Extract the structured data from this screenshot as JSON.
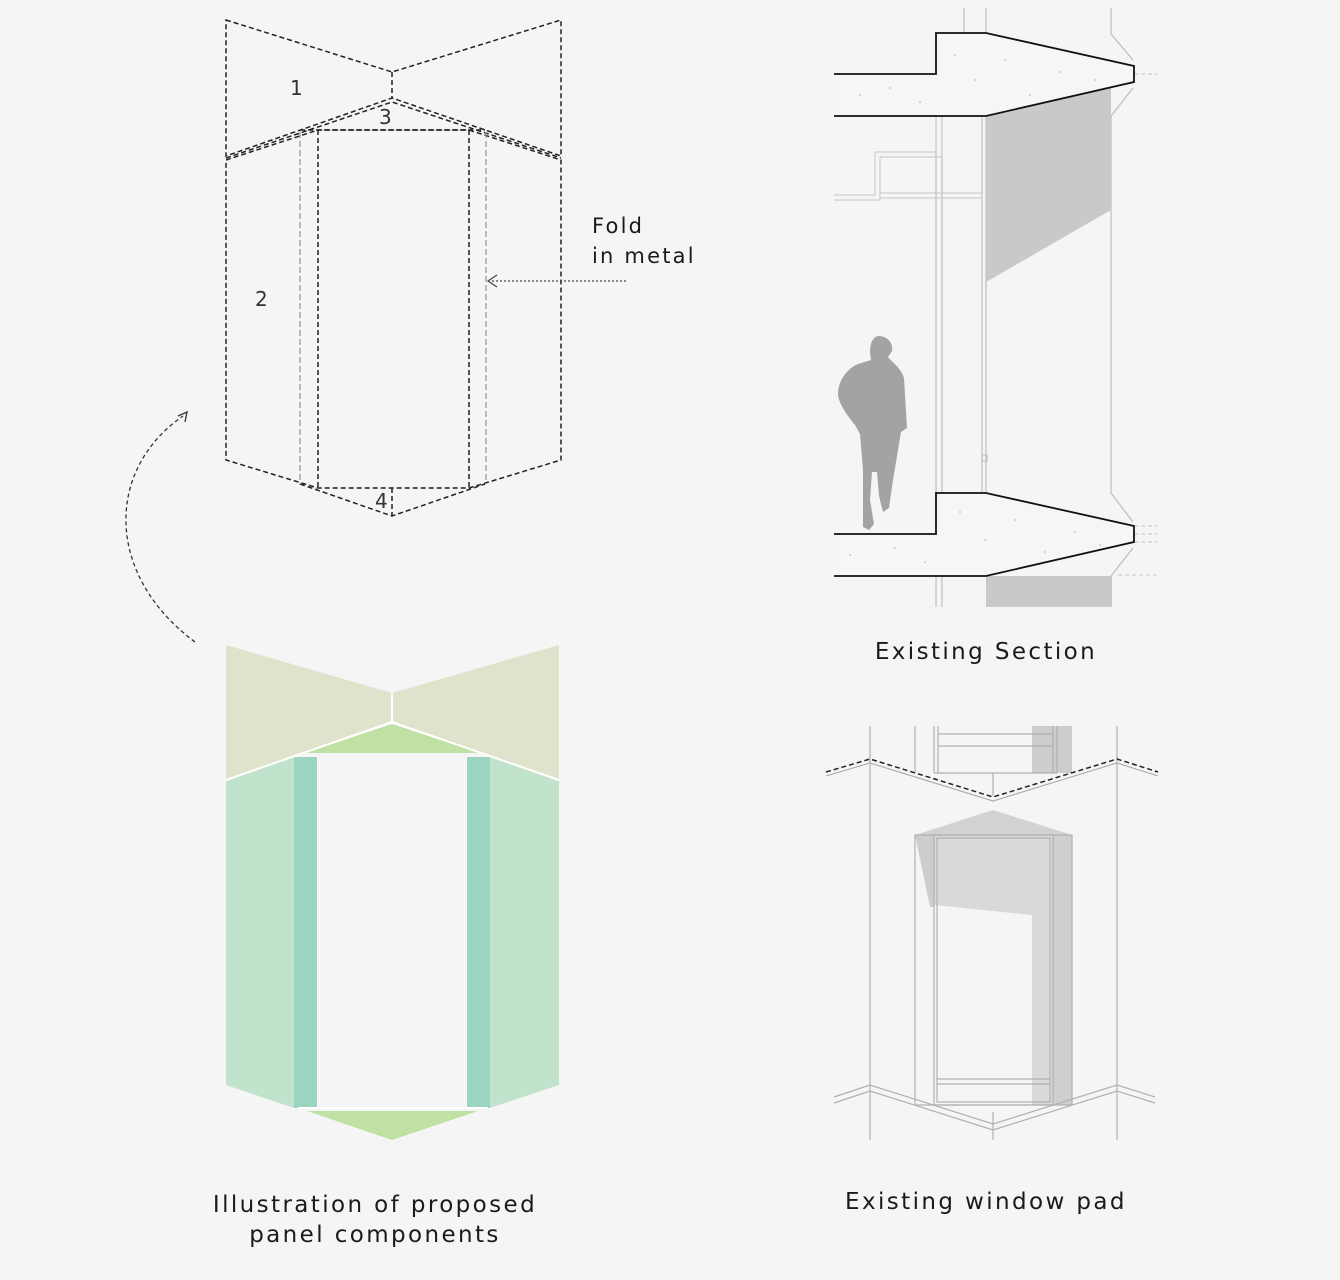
{
  "captions": {
    "proposed_line1": "Illustration of proposed",
    "proposed_line2": "panel components",
    "section": "Existing Section",
    "window_pad": "Existing window pad"
  },
  "annotation": {
    "fold_line1": "Fold",
    "fold_line2": "in metal"
  },
  "component_numbers": [
    "1",
    "2",
    "3",
    "4"
  ],
  "colors": {
    "background": "#f5f5f5",
    "panel_top": "#dfe3cb",
    "panel_side": "#c2e3cb",
    "fold_strip": "#9bd5c2",
    "bottom_triangle": "#c0e0a4",
    "shadow_grey": "#c9c9c9",
    "figure_grey": "#a3a3a3"
  }
}
